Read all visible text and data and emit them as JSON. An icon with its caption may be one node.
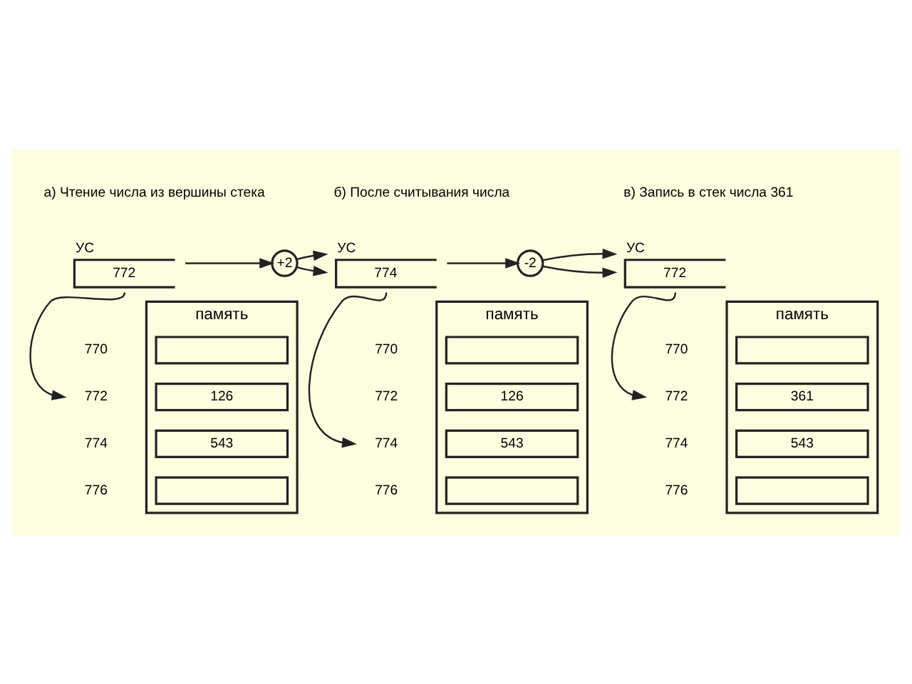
{
  "diagram": {
    "nodes": [
      {
        "text": [
          "УС",
          "772"
        ]
      },
      {
        "text": [
          "+2"
        ]
      },
      {
        "text": [
          "УС",
          "774"
        ]
      },
      {
        "text": [
          "-2"
        ]
      },
      {
        "text": [
          "УС",
          "772"
        ]
      },
      {
        "text": [
          "память"
        ]
      },
      {
        "text": [],
        "shape": "box",
        "in": 5
      },
      {
        "text": [
          "126"
        ],
        "in": 5
      },
      {
        "text": [
          "543"
        ],
        "in": 5
      },
      {
        "text": [],
        "shape": "box",
        "in": 5
      },
      {
        "text": [
          "770"
        ]
      },
      {
        "text": [
          "772"
        ]
      },
      {
        "text": [
          "774"
        ]
      },
      {
        "text": [
          "776"
        ]
      },
      {
        "text": [
          "память"
        ]
      },
      {
        "text": [],
        "shape": "box",
        "in": 14
      },
      {
        "text": [
          "126"
        ],
        "in": 14
      },
      {
        "text": [
          "543"
        ],
        "in": 14
      },
      {
        "text": [],
        "shape": "box",
        "in": 14
      },
      {
        "text": [
          "770"
        ]
      },
      {
        "text": [
          "772"
        ]
      },
      {
        "text": [
          "774"
        ]
      },
      {
        "text": [
          "776"
        ]
      },
      {
        "text": [
          "память"
        ]
      },
      {
        "text": [],
        "shape": "box",
        "in": 23
      },
      {
        "text": [
          "361"
        ],
        "in": 23
      },
      {
        "text": [
          "543"
        ],
        "in": 23
      },
      {
        "text": [],
        "shape": "box",
        "in": 23
      },
      {
        "text": [
          "770"
        ]
      },
      {
        "text": [
          "772"
        ]
      },
      {
        "text": [
          "774"
        ]
      },
      {
        "text": [
          "776"
        ]
      }
    ],
    "edges": [
      {
        "from": 0,
        "to": 1,
        "arrow": "to"
      },
      {
        "from": 1,
        "to": 2,
        "arrow": "to"
      },
      {
        "from": 2,
        "to": 3,
        "arrow": "to"
      },
      {
        "from": 3,
        "to": 4,
        "arrow": "to"
      },
      {
        "from": 0,
        "to": 11,
        "arrow": "to"
      },
      {
        "from": 2,
        "to": 21,
        "arrow": "to"
      },
      {
        "from": 4,
        "to": 29,
        "arrow": "to"
      }
    ],
    "labels": [
      "а) Чтение числа из вершины стека",
      "б) После считывания числа",
      "в) Запись в стек числа 361"
    ]
  }
}
